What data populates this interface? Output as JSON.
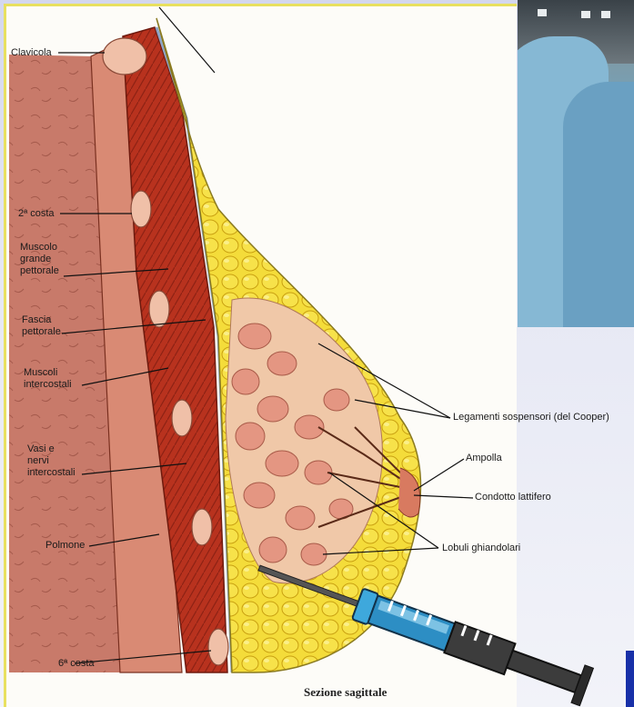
{
  "illustration": {
    "labels_left": {
      "clavicola": "Clavicola",
      "costa2": "2ª costa",
      "muscolo_grande_pettorale": "Muscolo\ngrande\npettorale",
      "fascia_pettorale": "Fascia\npettorale",
      "muscoli_intercostali": "Muscoli\nintercostali",
      "vasi_nervi": "Vasi e\nnervi\nintercostali",
      "polmone": "Polmone",
      "costa6": "6ª costa"
    },
    "labels_right": {
      "legamenti": "Legamenti sospensori (del Cooper)",
      "ampolla": "Ampolla",
      "condotto": "Condotto lattifero",
      "lobuli": "Lobuli ghiandolari"
    },
    "caption": "Sezione sagittale"
  },
  "colors": {
    "slide_background": "#d4d7ee",
    "fat_yellow": "#f2d21e",
    "muscle_red": "#b8321e",
    "lung": "#c8786a",
    "gland_pink": "#e8a08a",
    "syringe_blue": "#3ea8dc",
    "syringe_dark": "#3c3c3c"
  },
  "icons": {
    "syringe": "syringe-icon"
  }
}
